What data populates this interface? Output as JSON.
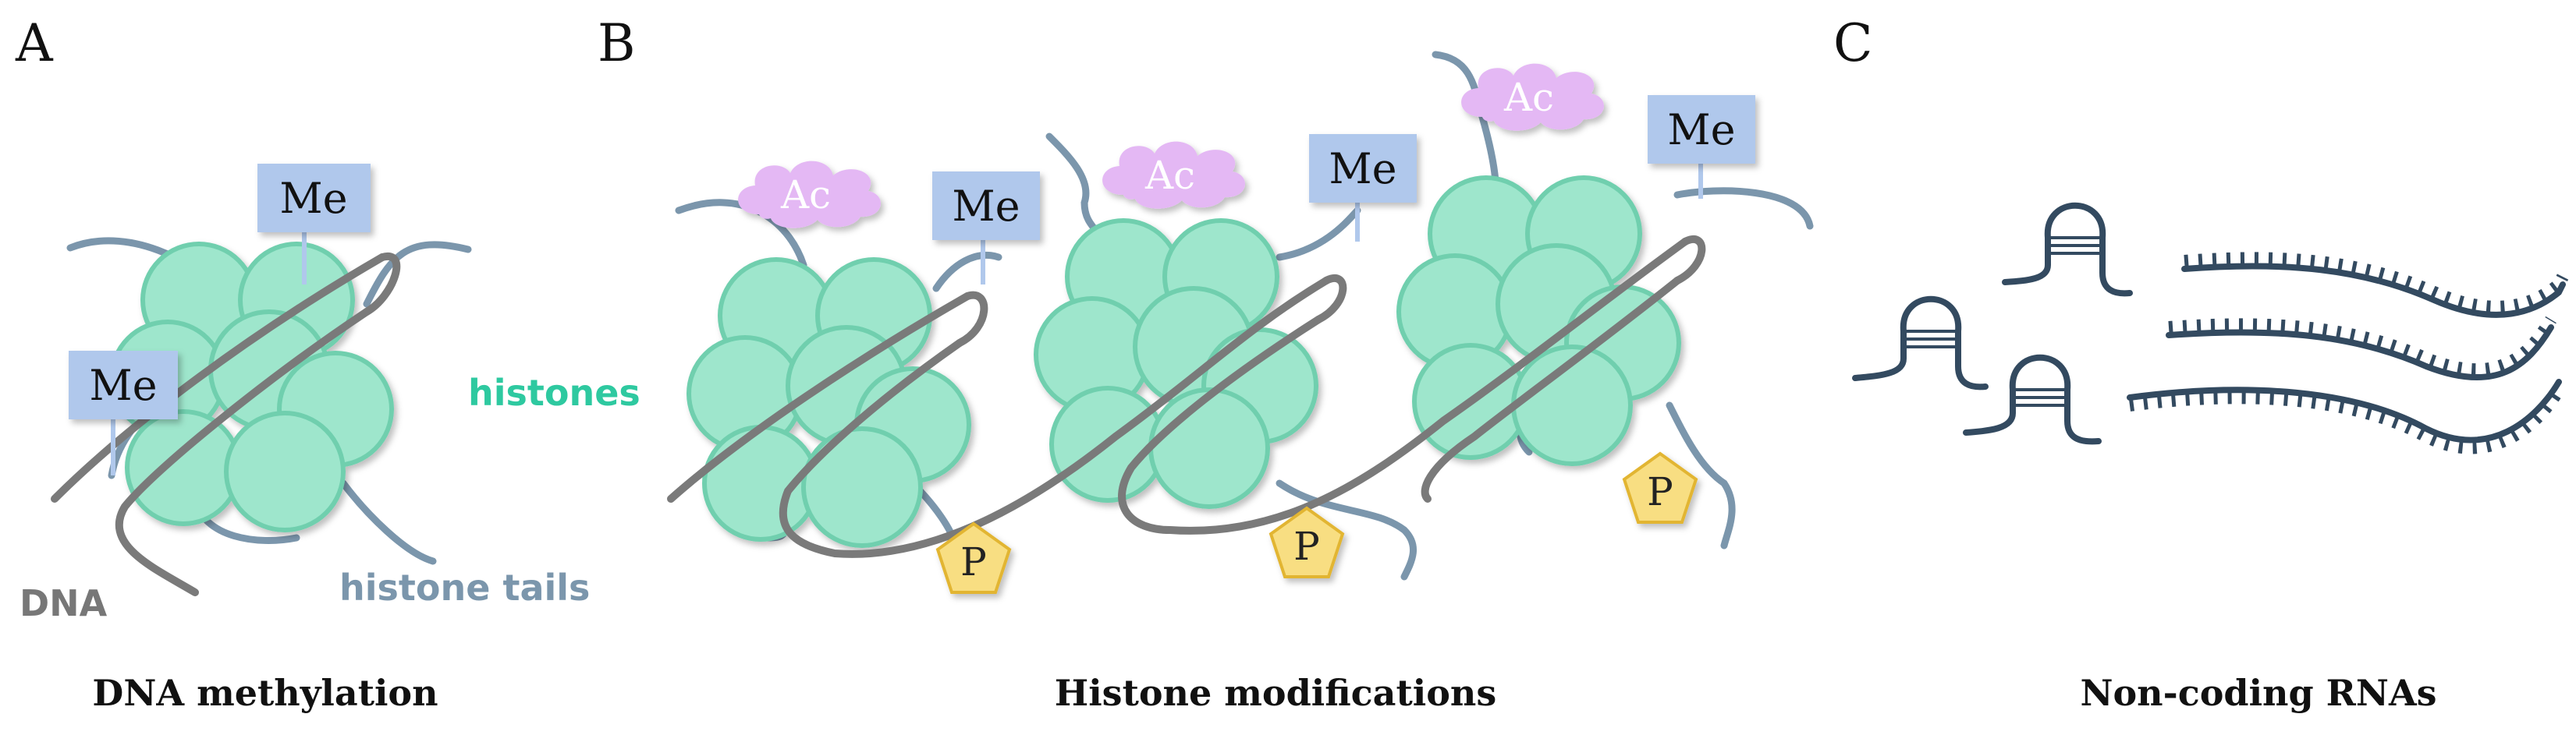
{
  "panels": {
    "a": {
      "letter": "A",
      "caption": "DNA methylation"
    },
    "b": {
      "letter": "B",
      "caption": "Histone modifications"
    },
    "c": {
      "letter": "C",
      "caption": "Non-coding RNAs"
    }
  },
  "labels": {
    "histones": "histones",
    "histone_tails": "histone tails",
    "dna": "DNA"
  },
  "marks": {
    "methyl": "Me",
    "acetyl": "Ac",
    "phospho": "P"
  },
  "colors": {
    "histone_fill": "#9ee6cc",
    "histone_stroke": "#6fcfae",
    "histone_label": "#2ec9a0",
    "tail": "#7b96ac",
    "dna": "#7a7a7a",
    "me_fill": "#b0c8ec",
    "ac_fill": "#e4b8f4",
    "ac_text": "#ffffff",
    "p_fill": "#f8de82",
    "p_stroke": "#e2b530",
    "rna": "#334a60"
  }
}
